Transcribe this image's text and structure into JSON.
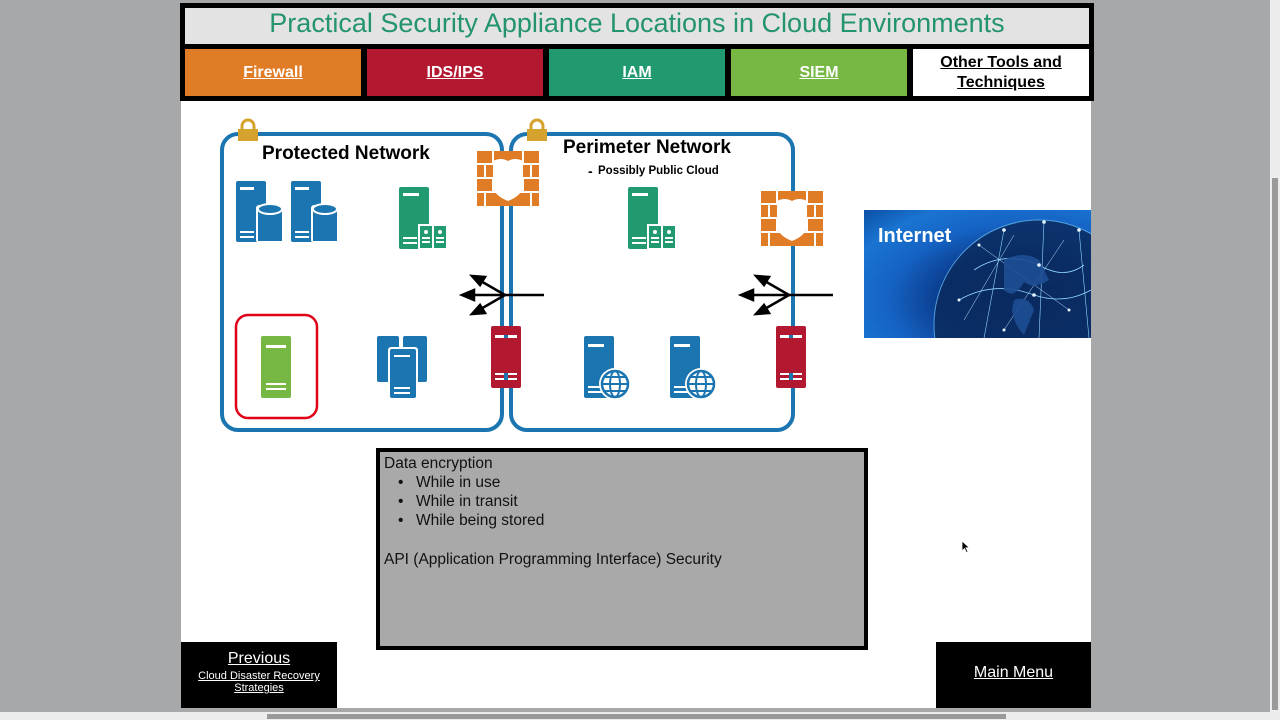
{
  "title": "Practical Security Appliance Locations in Cloud Environments",
  "colors": {
    "title_text": "#23946b",
    "firewall": "#e07c26",
    "ids_ips": "#b31831",
    "iam": "#229a70",
    "siem": "#76b843",
    "network_border": "#1b75b0"
  },
  "tabs": [
    {
      "label": "Firewall",
      "color": "#e07c26"
    },
    {
      "label": "IDS/IPS",
      "color": "#b31831"
    },
    {
      "label": "IAM",
      "color": "#229a70"
    },
    {
      "label": "SIEM",
      "color": "#76b843"
    },
    {
      "label": "Other Tools and Techniques",
      "color": "#ffffff"
    }
  ],
  "diagram": {
    "protected_network": {
      "label": "Protected Network"
    },
    "perimeter_network": {
      "label": "Perimeter Network",
      "sublabel_dash": "-",
      "sublabel": "Possibly Public Cloud"
    },
    "internet": {
      "label": "Internet"
    }
  },
  "infobox": {
    "heading": "Data encryption",
    "bullets": [
      "While in use",
      "While in transit",
      "While being stored"
    ],
    "bullet_char": "•",
    "footer": "API (Application Programming Interface) Security"
  },
  "nav": {
    "previous_label": "Previous",
    "previous_sub_line1": "Cloud Disaster Recovery",
    "previous_sub_line2": "Strategies",
    "main_menu_label": "Main Menu"
  }
}
